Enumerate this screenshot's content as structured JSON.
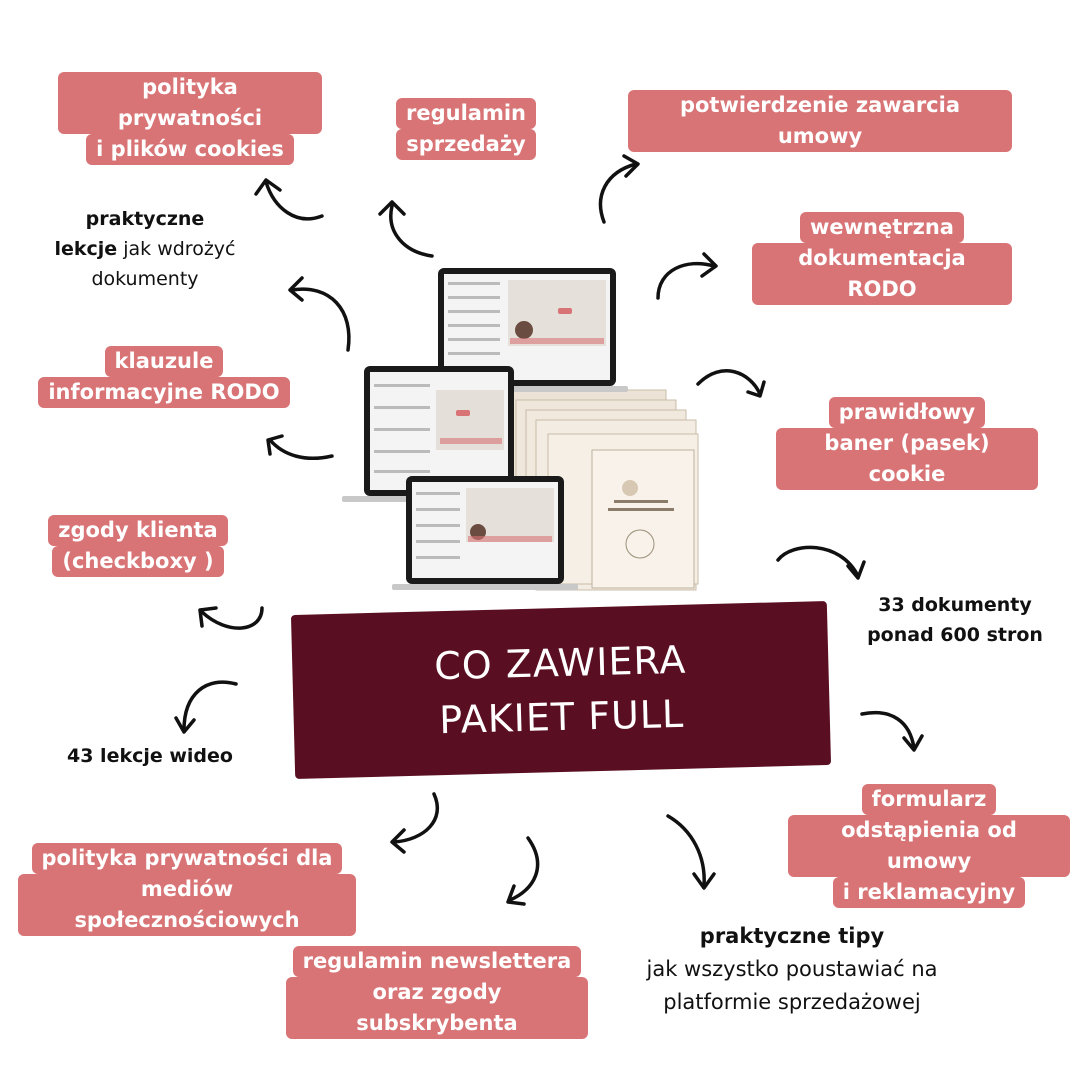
{
  "center_title": {
    "line1": "CO ZAWIERA",
    "line2": "PAKIET FULL"
  },
  "tags": {
    "privacy_cookies": {
      "line1": "polityka prywatności",
      "line2": "i plików cookies"
    },
    "sales_terms": {
      "line1": "regulamin",
      "line2": "sprzedaży"
    },
    "contract_confirmation": {
      "line1": "potwierdzenie zawarcia umowy"
    },
    "internal_rodo": {
      "line1": "wewnętrzna",
      "line2": "dokumentacja RODO"
    },
    "info_clauses": {
      "line1": "klauzule",
      "line2": "informacyjne RODO"
    },
    "cookie_banner": {
      "line1": "prawidłowy",
      "line2": "baner (pasek) cookie"
    },
    "client_consents": {
      "line1": "zgody klienta",
      "line2": "(checkboxy )"
    },
    "withdrawal_form": {
      "line1": "formularz",
      "line2": "odstąpienia od umowy",
      "line3": "i reklamacyjny"
    },
    "social_privacy": {
      "line1": "polityka prywatności dla",
      "line2": "mediów społecznościowych"
    },
    "newsletter_terms": {
      "line1": "regulamin newslettera",
      "line2": "oraz zgody subskrybenta"
    }
  },
  "texts": {
    "practical_lessons": {
      "bold1": "praktyczne",
      "bold2": "lekcje",
      "rest": " jak wdrożyć",
      "line3": "dokumenty"
    },
    "documents_count": {
      "line1": "33 dokumenty",
      "line2": "ponad 600 stron"
    },
    "video_lessons": {
      "line1": "43 lekcje wideo"
    },
    "practical_tips": {
      "bold": "praktyczne tipy",
      "line2": "jak wszystko poustawiać na",
      "line3": "platformie sprzedażowej"
    }
  },
  "colors": {
    "tag_bg": "#d97476",
    "center_bg": "#5a0e22",
    "text": "#111111"
  },
  "icons": [
    "hand-drawn-arrow-icon"
  ]
}
